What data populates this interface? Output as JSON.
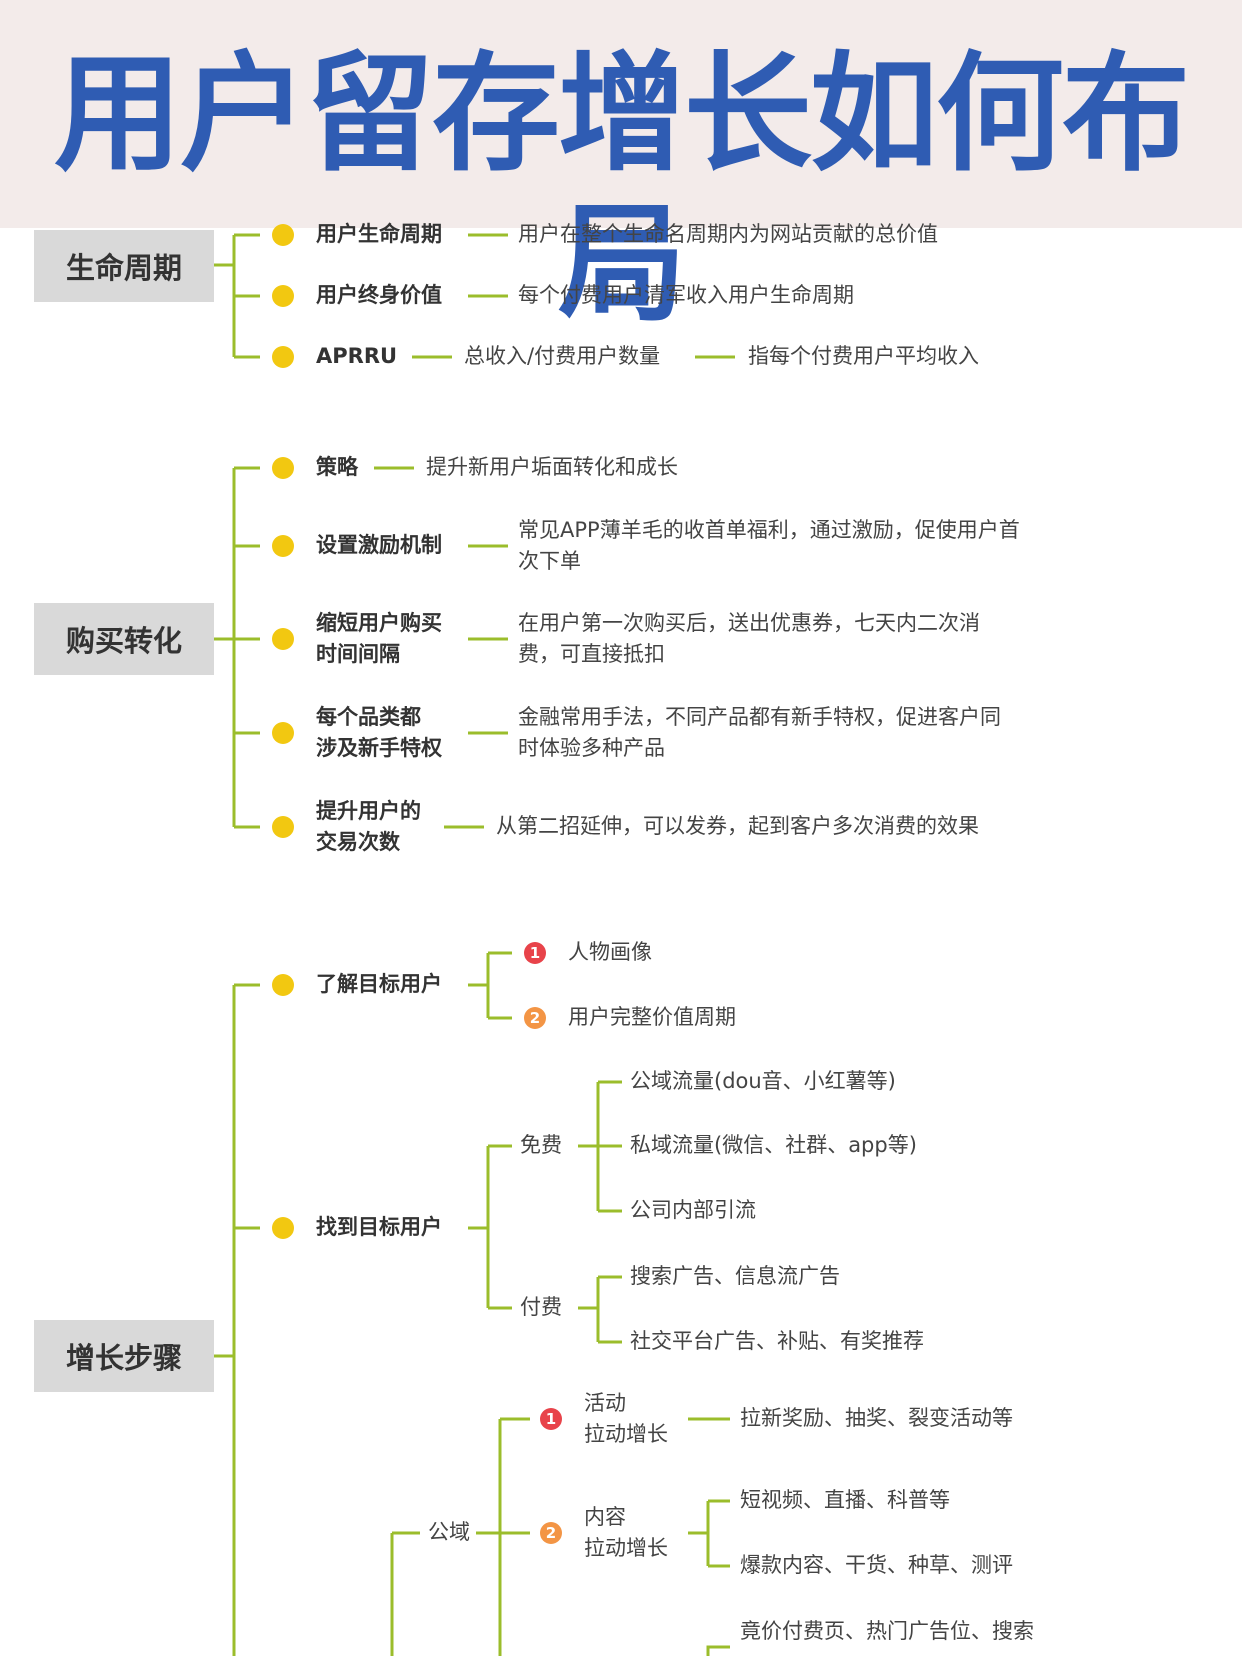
{
  "banner": {
    "title": "用户留存增长如何布局"
  },
  "lifecycle": {
    "category": "生命周期",
    "items": [
      {
        "label": "用户生命周期",
        "desc": "用户在整个生命名周期内为网站贡献的总价值"
      },
      {
        "label": "用户终身价值",
        "desc": "每个付费用户清军收入用户生命周期"
      },
      {
        "label": "APRRU",
        "desc": "总收入/付费用户数量",
        "desc2": "指每个付费用户平均收入"
      }
    ]
  },
  "purchase": {
    "category": "购买转化",
    "items": [
      {
        "label": "策略",
        "desc": "提升新用户垢面转化和成长"
      },
      {
        "label": "设置激励机制",
        "desc_lines": [
          "常见APP薄羊毛的收首单福利，通过激励，促使用户首",
          "次下单"
        ]
      },
      {
        "label_lines": [
          "缩短用户购买",
          "时间间隔"
        ],
        "desc_lines": [
          "在用户第一次购买后，送出优惠券，七天内二次消",
          "费，可直接抵扣"
        ]
      },
      {
        "label_lines": [
          "每个品类都",
          "涉及新手特权"
        ],
        "desc_lines": [
          "金融常用手法，不同产品都有新手特权，促进客户同",
          "时体验多种产品"
        ]
      },
      {
        "label_lines": [
          "提升用户的",
          "交易次数"
        ],
        "desc": "从第二招延伸，可以发券，起到客户多次消费的效果"
      }
    ]
  },
  "growth": {
    "category": "增长步骤",
    "understand": {
      "label": "了解目标用户",
      "subs": [
        {
          "num": "1",
          "text": "人物画像"
        },
        {
          "num": "2",
          "text": "用户完整价值周期"
        }
      ]
    },
    "find": {
      "label": "找到目标用户",
      "free": {
        "label": "免费",
        "items": [
          "公域流量(dou音、小红薯等)",
          "私域流量(微信、社群、app等)",
          "公司内部引流"
        ]
      },
      "paid": {
        "label": "付费",
        "items": [
          "搜索广告、信息流广告",
          "社交平台广告、补贴、有奖推荐"
        ]
      }
    },
    "public": {
      "label": "公域",
      "activity": {
        "num": "1",
        "label_lines": [
          "活动",
          "拉动增长"
        ],
        "desc": "拉新奖励、抽奖、裂变活动等"
      },
      "content": {
        "num": "2",
        "label_lines": [
          "内容",
          "拉动增长"
        ],
        "items": [
          "短视频、直播、科普等",
          "爆款内容、干货、种草、测评"
        ]
      },
      "paid_cut": "竟价付费页、热门广告位、搜索"
    }
  }
}
